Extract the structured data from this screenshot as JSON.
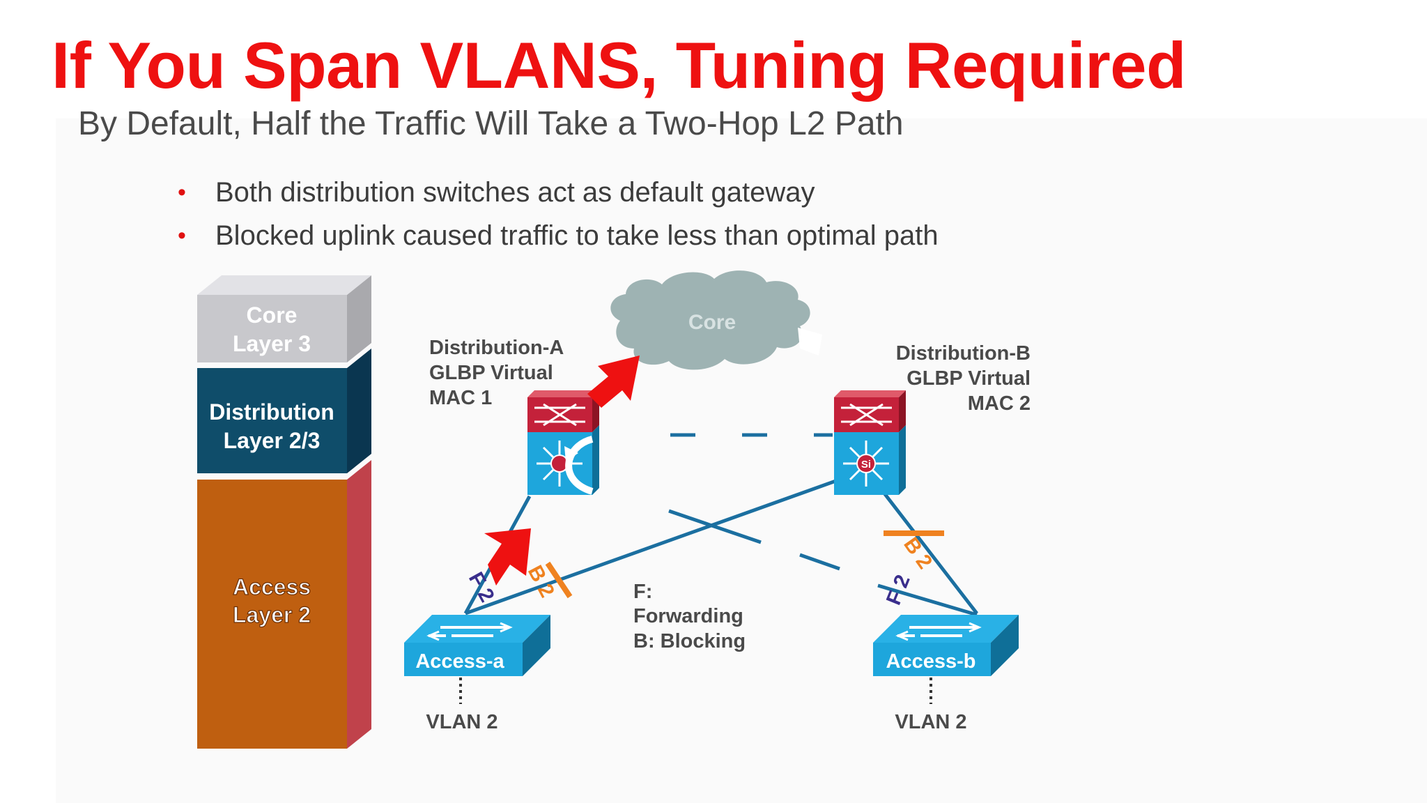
{
  "slide": {
    "title": "If You Span VLANS, Tuning Required",
    "subtitle": "By Default, Half the Traffic Will Take a Two-Hop L2 Path",
    "bullets": [
      "Both distribution switches act as default gateway",
      "Blocked uplink caused traffic to take less than optimal path"
    ]
  },
  "layers": {
    "core": [
      "Core",
      "Layer 3"
    ],
    "distribution": [
      "Distribution",
      "Layer 2/3"
    ],
    "access": [
      "Access",
      "Layer 2"
    ]
  },
  "diagram": {
    "cloud_label": "Core",
    "dist_a": [
      "Distribution-A",
      "GLBP Virtual",
      "MAC 1"
    ],
    "dist_b": [
      "Distribution-B",
      "GLBP Virtual",
      "MAC 2"
    ],
    "access_a": "Access-a",
    "access_b": "Access-b",
    "vlan_a": "VLAN 2",
    "vlan_b": "VLAN 2",
    "si_label": "Si",
    "link_tags": {
      "a_forward": "F 2",
      "a_block": "B 2",
      "b_forward": "F 2",
      "b_block": "B 2"
    },
    "legend": [
      "F:",
      "Forwarding",
      "B: Blocking"
    ]
  },
  "colors": {
    "title": "#ee1111",
    "core_layer": "#c8c8cc",
    "distribution_layer": "#0f4d6a",
    "access_layer": "#bf5f10",
    "link": "#1b6fa0",
    "blocked_bar": "#ef8220",
    "forward_tag": "#3a2e8c",
    "traffic_arrow": "#ee1111",
    "switch_blue": "#1ea6dc",
    "switch_red": "#c4213a"
  }
}
